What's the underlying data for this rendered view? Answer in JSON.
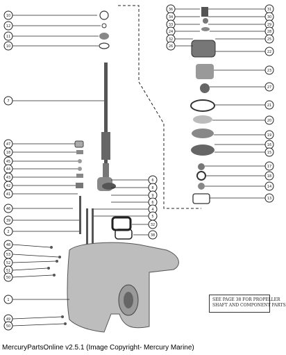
{
  "caption": "MercuryPartsOnline v2.5.1 (Image Copyright- Mercury Marine)",
  "note_lines": [
    "SEE PAGE 38 FOR PROPELLER",
    "SHAFT AND COMPONENT PARTS"
  ],
  "left_callouts": [
    "10",
    "12",
    "11",
    "10",
    "7",
    "47",
    "18",
    "45",
    "44",
    "43",
    "42",
    "41",
    "46",
    "39",
    "2",
    "48",
    "53",
    "52",
    "51",
    "50",
    "1",
    "49",
    "50"
  ],
  "center_callouts": [
    "6",
    "8",
    "9",
    "6",
    "4",
    "5",
    "32",
    "38"
  ],
  "right_top_callouts": [
    "36",
    "34",
    "33",
    "24",
    "32",
    "26",
    "31",
    "30",
    "29",
    "28",
    "25",
    "22"
  ],
  "right_mid_callouts": [
    "23",
    "27",
    "21",
    "20",
    "19",
    "16",
    "15",
    "17",
    "18",
    "14",
    "13"
  ]
}
